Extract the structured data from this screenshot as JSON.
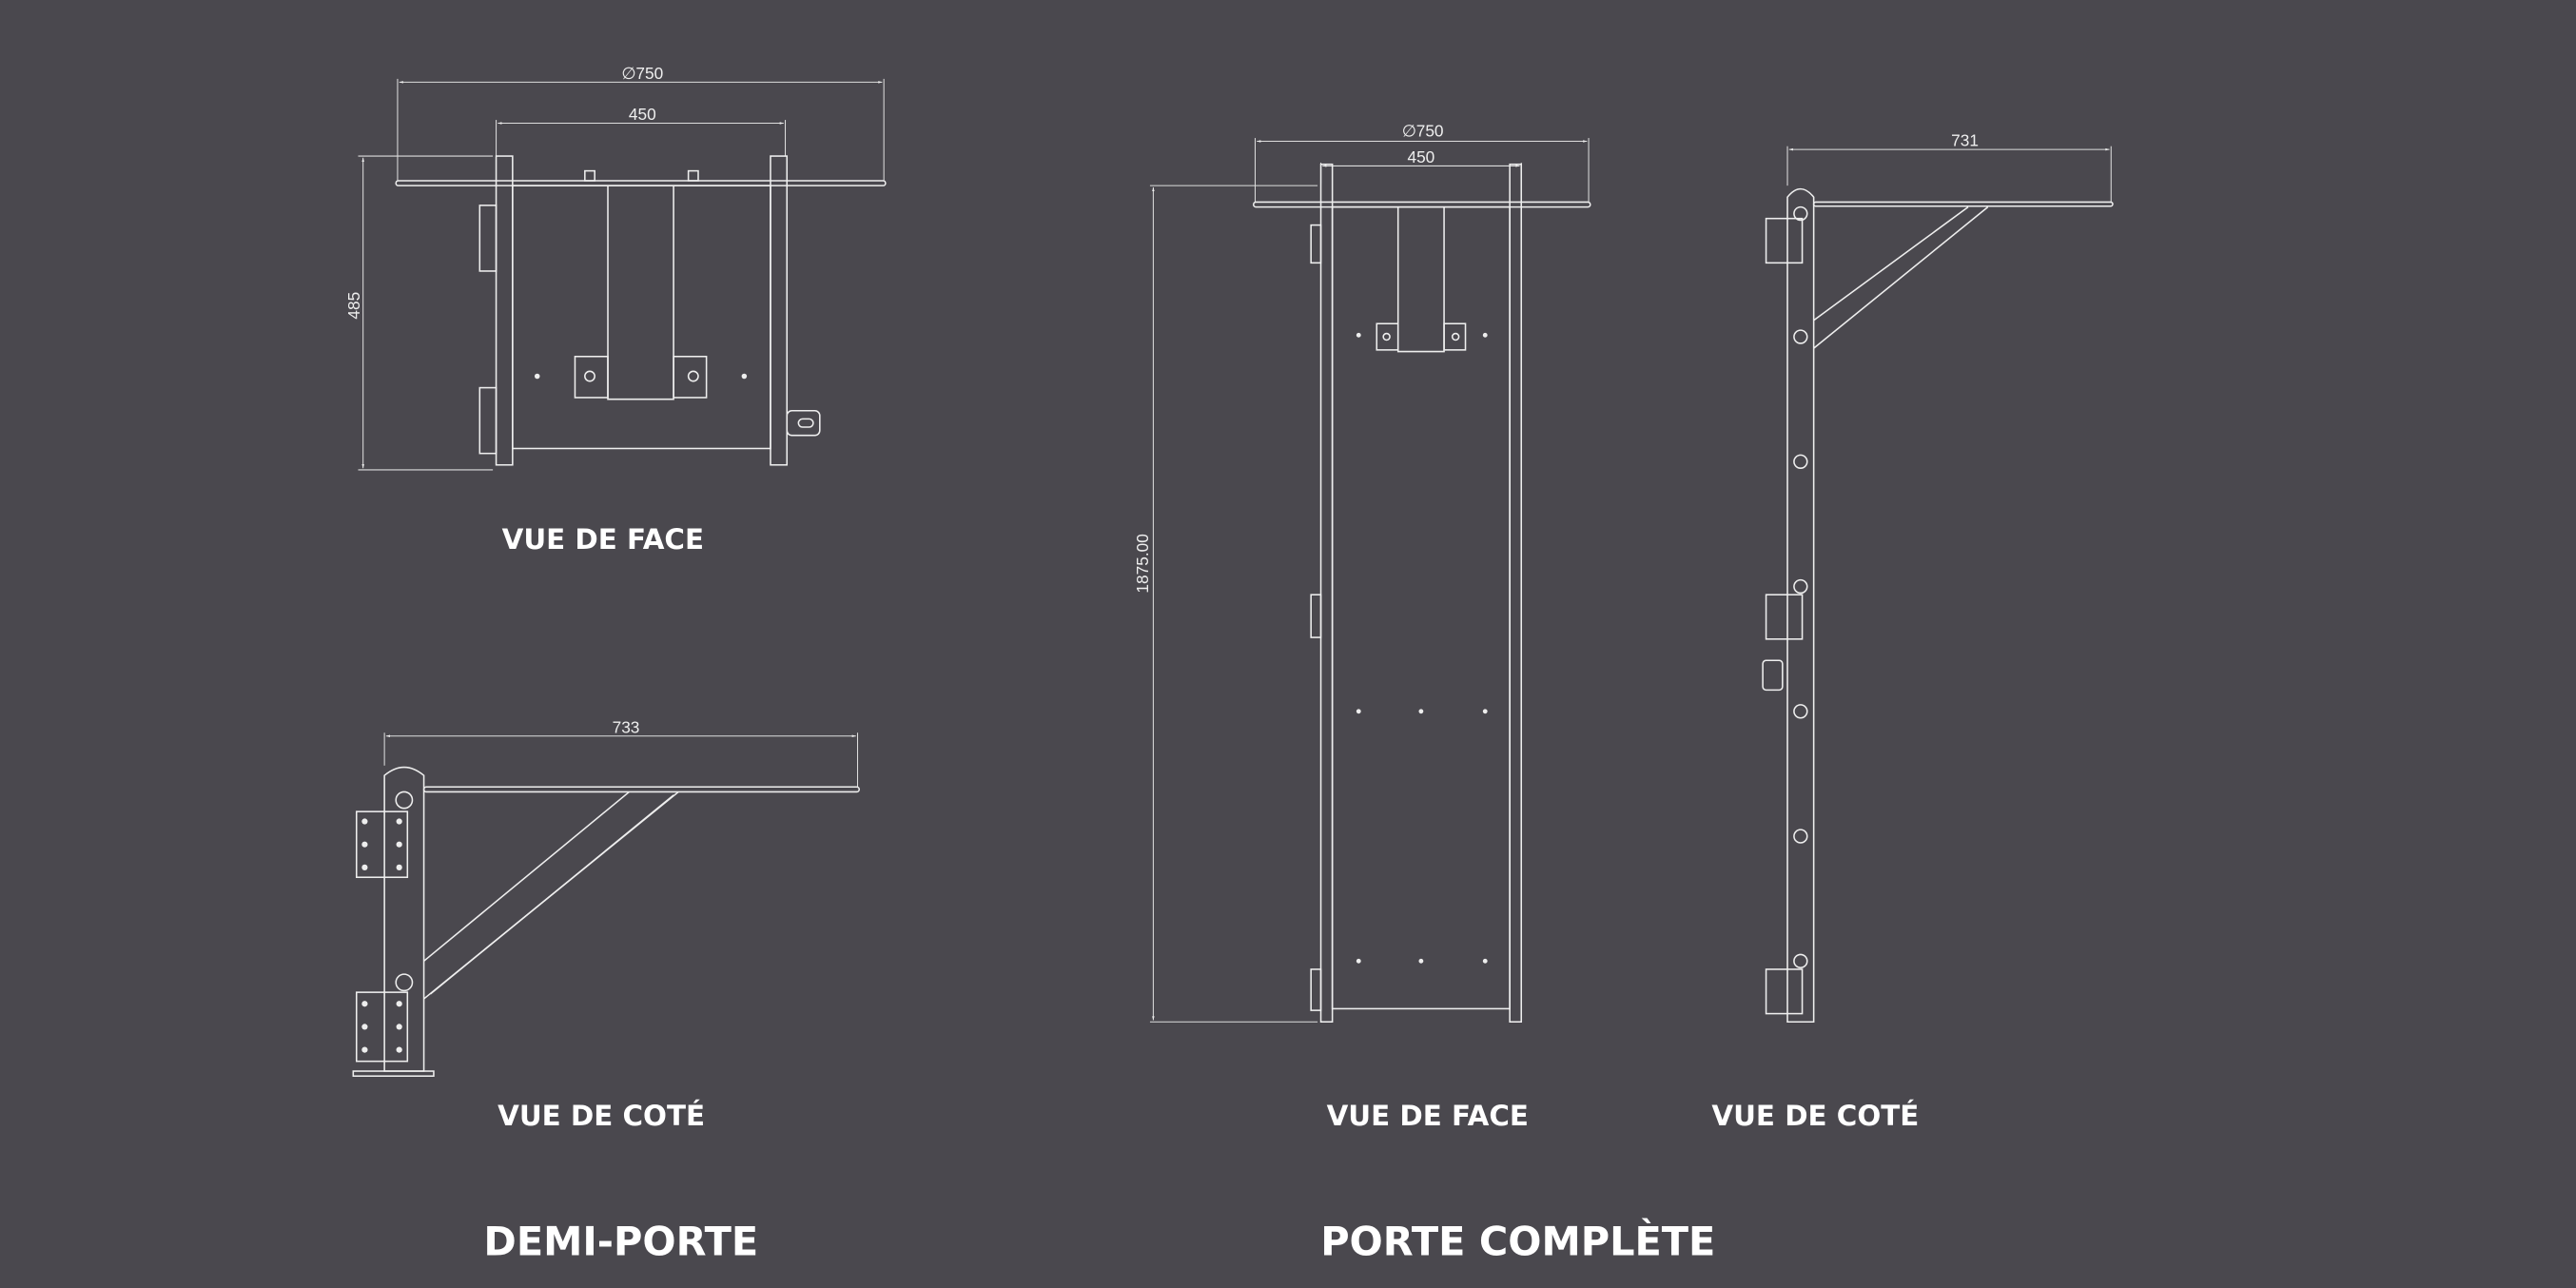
{
  "colors": {
    "background": "#4a484e",
    "lines": "#eeeeee",
    "text": "#ffffff"
  },
  "demi_porte": {
    "title": "DEMI-PORTE",
    "face": {
      "label": "VUE DE FACE",
      "dim_diameter": "∅750",
      "dim_width": "450",
      "dim_height": "485"
    },
    "side": {
      "label": "VUE DE COTÉ",
      "dim_length": "733"
    }
  },
  "porte_complete": {
    "title": "PORTE COMPLÈTE",
    "face": {
      "label": "VUE DE FACE",
      "dim_diameter": "∅750",
      "dim_width": "450",
      "dim_height": "1875.00"
    },
    "side": {
      "label": "VUE DE COTÉ",
      "dim_length": "731"
    }
  }
}
